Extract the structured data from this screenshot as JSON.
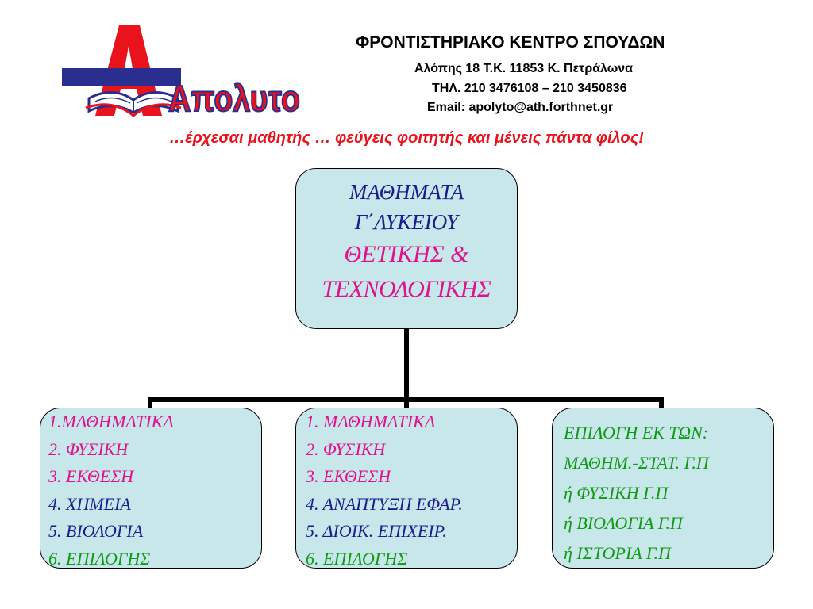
{
  "header": {
    "school_name": "ΦΡΟΝΤΙΣΤΗΡΙΑΚΟ ΚΕΝΤΡΟ ΣΠΟΥΔΩΝ",
    "address": "Αλόπης 18   Τ.Κ. 11853  Κ. Πετράλωνα",
    "phone": "ΤΗΛ. 210 3476108 – 210 3450836",
    "email": "Email: apolyto@ath.forthnet.gr",
    "motto": "…έρχεσαι μαθητής … φεύγεις φοιτητής και μένεις πάντα φίλος!"
  },
  "logo": {
    "letter": "Α",
    "brand": "Απολυτο",
    "icon": "open-book-icon",
    "colors": {
      "red": "#e8131b",
      "blue": "#2a2f8f"
    }
  },
  "root": {
    "line1": "ΜΑΘΗΜΑΤΑ",
    "line2": "Γ΄ΛΥΚΕΙΟΥ",
    "line3": "ΘΕΤΙΚΗΣ &",
    "line4": "ΤΕΧΝΟΛΟΓΙΚΗΣ"
  },
  "branches": [
    {
      "items": [
        {
          "text": "1.ΜΑΘΗΜΑΤΙΚΑ",
          "color": "#e0118c"
        },
        {
          "text": "2. ΦΥΣΙΚΗ",
          "color": "#e0118c"
        },
        {
          "text": "3. ΕΚΘΕΣΗ",
          "color": "#e0118c"
        },
        {
          "text": "4. ΧΗΜΕΙΑ",
          "color": "#1b1b8f"
        },
        {
          "text": "5. ΒΙΟΛΟΓΙΑ",
          "color": "#1b1b8f"
        },
        {
          "text": "6. ΕΠΙΛΟΓΗΣ",
          "color": "#0f9a14"
        }
      ]
    },
    {
      "items": [
        {
          "text": "1. ΜΑΘΗΜΑΤΙΚΑ",
          "color": "#e0118c"
        },
        {
          "text": "2. ΦΥΣΙΚΗ",
          "color": "#e0118c"
        },
        {
          "text": "3. ΕΚΘΕΣΗ",
          "color": "#e0118c"
        },
        {
          "text": "4. ΑΝΑΠΤΥΞΗ ΕΦΑΡ.",
          "color": "#1b1b8f"
        },
        {
          "text": "5. ΔΙΟΙΚ. ΕΠΙΧΕΙΡ.",
          "color": "#1b1b8f"
        },
        {
          "text": "6. ΕΠΙΛΟΓΗΣ",
          "color": "#0f9a14"
        }
      ]
    },
    {
      "items": [
        {
          "text": "ΕΠΙΛΟΓΗ ΕΚ ΤΩΝ:",
          "color": "#0f9a14"
        },
        {
          "text": "ΜΑΘΗΜ.-ΣΤΑΤ. Γ.Π",
          "color": "#0f9a14"
        },
        {
          "text": "ή  ΦΥΣΙΚΗ Γ.Π",
          "color": "#0f9a14"
        },
        {
          "text": "ή  ΒΙΟΛΟΓΙΑ Γ.Π",
          "color": "#0f9a14"
        },
        {
          "text": "ή  ΙΣΤΟΡΙΑ Γ.Π",
          "color": "#0f9a14"
        }
      ]
    }
  ]
}
